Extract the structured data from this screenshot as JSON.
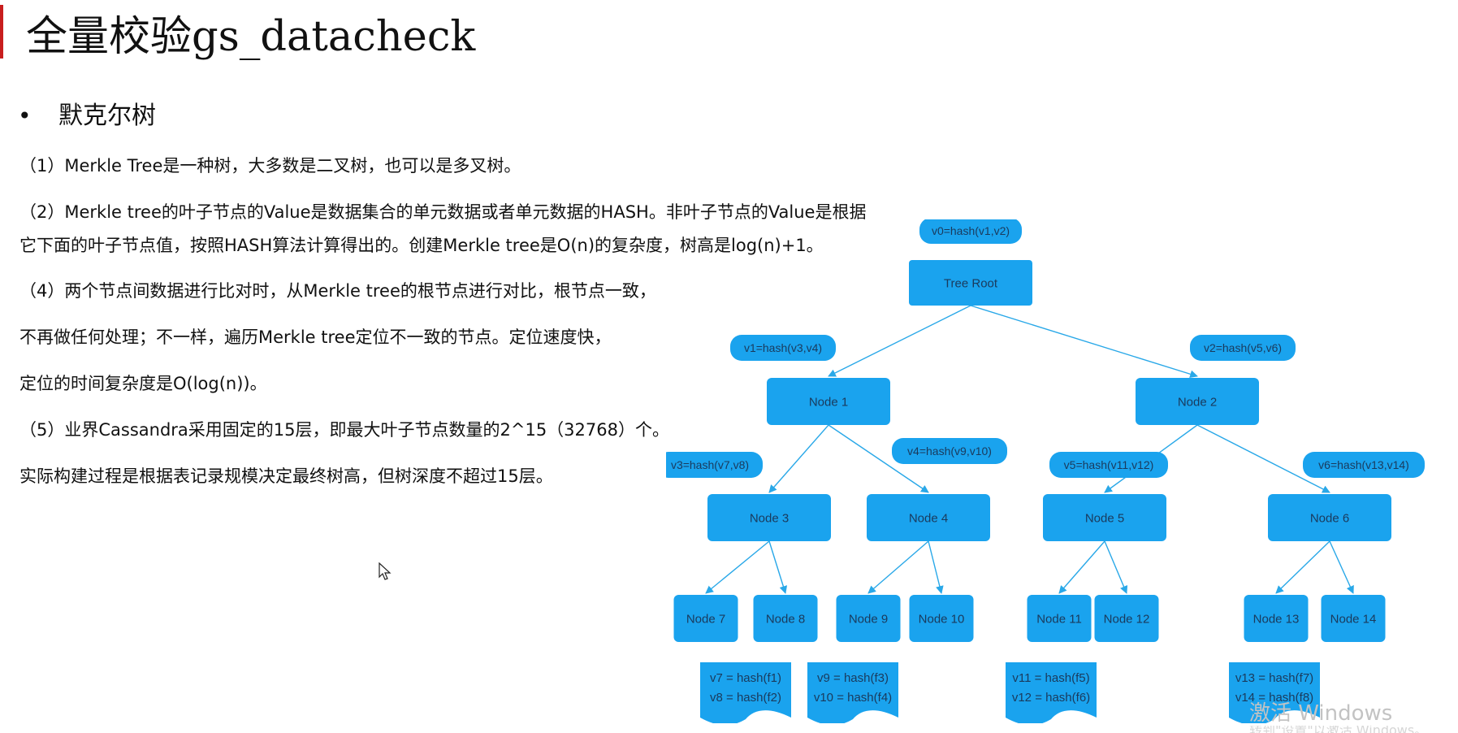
{
  "slide": {
    "title": "全量校验gs_datacheck",
    "accent_color": "#c81e1e"
  },
  "bullet": {
    "symbol": "•",
    "text": "默克尔树"
  },
  "paragraphs": [
    "（1）Merkle Tree是一种树，大多数是二叉树，也可以是多叉树。",
    "（2）Merkle  tree的叶子节点的Value是数据集合的单元数据或者单元数据的HASH。非叶子节点的Value是根据",
    "它下面的叶子节点值，按照HASH算法计算得出的。创建Merkle tree是O(n)的复杂度，树高是log(n)+1。",
    "（4）两个节点间数据进行比对时，从Merkle tree的根节点进行对比，根节点一致，",
    "不再做任何处理；不一样，遍历Merkle tree定位不一致的节点。定位速度快，",
    "定位的时间复杂度是O(log(n))。",
    "（5）业界Cassandra采用固定的15层，即最大叶子节点数量的2^15（32768）个。",
    "实际构建过程是根据表记录规模决定最终树高，但树深度不超过15层。"
  ],
  "diagram": {
    "node_color": "#1aa3ee",
    "line_color": "#29a8e8",
    "text_color": "#1a3a5c",
    "root": "Tree Root",
    "level1": [
      "Node 1",
      "Node 2"
    ],
    "level2": [
      "Node 3",
      "Node 4",
      "Node 5",
      "Node 6"
    ],
    "leaves": [
      "Node 7",
      "Node 8",
      "Node 9",
      "Node 10",
      "Node 11",
      "Node 12",
      "Node 13",
      "Node 14"
    ],
    "labels": [
      "v0=hash(v1,v2)",
      "v1=hash(v3,v4)",
      "v2=hash(v5,v6)",
      "v3=hash(v7,v8)",
      "v4=hash(v9,v10)",
      "v5=hash(v11,v12)",
      "v6=hash(v13,v14)"
    ],
    "docs": [
      [
        "v7 = hash(f1)",
        "v8 = hash(f2)"
      ],
      [
        "v9 = hash(f3)",
        "v10 = hash(f4)"
      ],
      [
        "v11 = hash(f5)",
        "v12 = hash(f6)"
      ],
      [
        "v13 = hash(f7)",
        "v14 = hash(f8)"
      ]
    ]
  },
  "watermark": {
    "text": "激活 Windows",
    "subtext": "转到\"设置\"以激活 Windows。"
  }
}
